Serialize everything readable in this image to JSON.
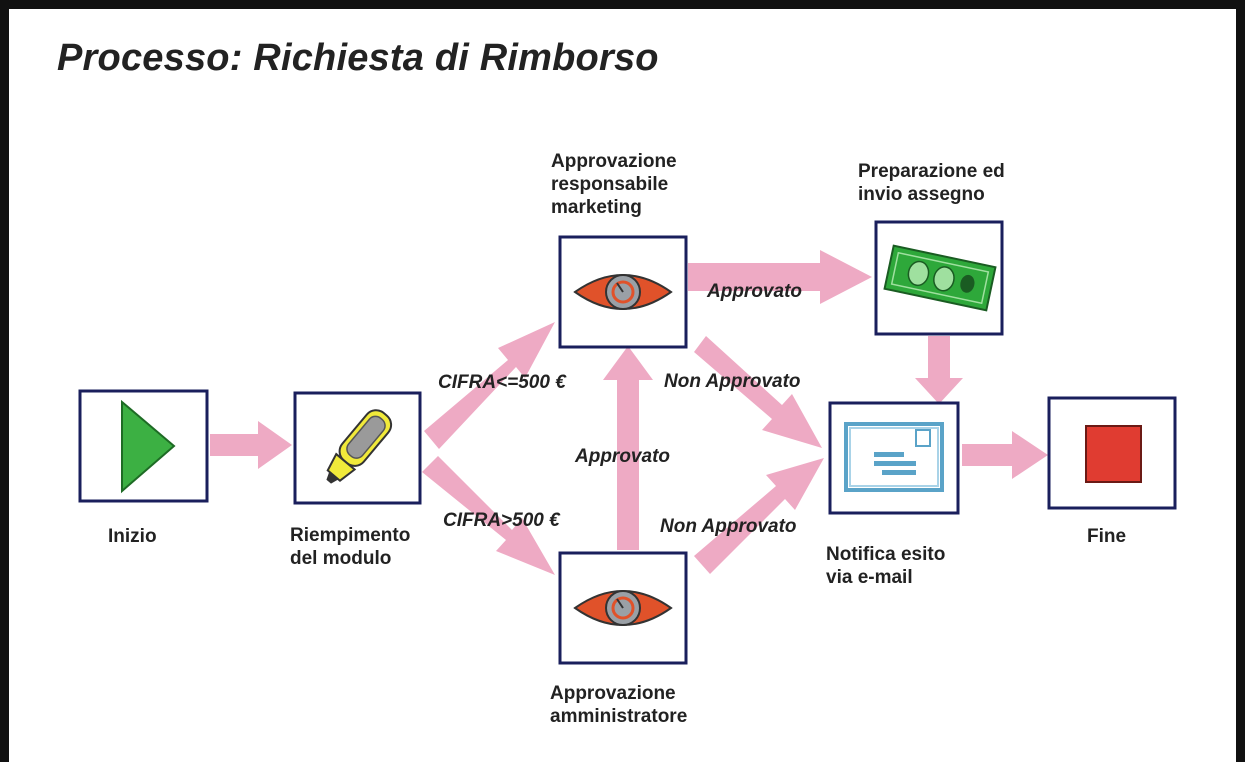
{
  "title": "Processo: Richiesta di Rimborso",
  "colors": {
    "arrow": "#eeaac4",
    "box_border": "#1a1f5c",
    "start": "#3cb043",
    "end": "#e03c31",
    "eye": "#e0522a",
    "money": "#2ea83a",
    "mail": "#5aa3c8"
  },
  "nodes": {
    "inizio": {
      "label": [
        "Inizio"
      ],
      "icon": "play-icon"
    },
    "modulo": {
      "label": [
        "Riempimento",
        "del modulo"
      ],
      "icon": "highlighter-icon"
    },
    "marketing": {
      "label": [
        "Approvazione",
        "responsabile",
        "marketing"
      ],
      "icon": "eye-icon"
    },
    "amministratore": {
      "label": [
        "Approvazione",
        "amministratore"
      ],
      "icon": "eye-icon"
    },
    "assegno": {
      "label": [
        "Preparazione ed",
        "invio assegno"
      ],
      "icon": "money-icon"
    },
    "notifica": {
      "label": [
        "Notifica esito",
        "via e-mail"
      ],
      "icon": "mail-icon"
    },
    "fine": {
      "label": [
        "Fine"
      ],
      "icon": "stop-icon"
    }
  },
  "edges": {
    "cifra_le": "CIFRA<=500 €",
    "cifra_gt": "CIFRA>500 €",
    "approvato_top": "Approvato",
    "approvato_mid": "Approvato",
    "non_approvato_top": "Non Approvato",
    "non_approvato_bottom": "Non Approvato"
  }
}
